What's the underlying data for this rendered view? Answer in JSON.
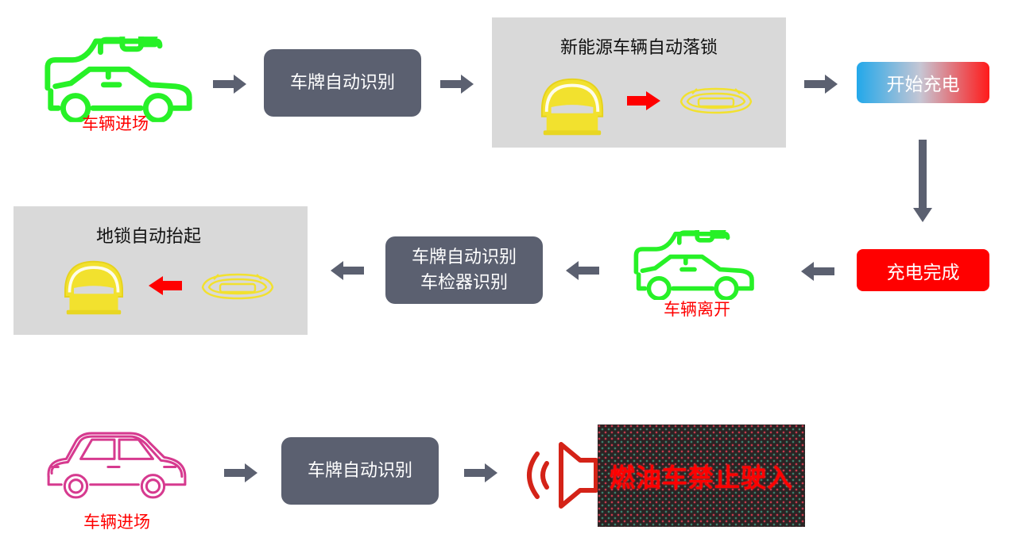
{
  "colors": {
    "box_dark": "#5b6070",
    "arrow": "#5b6070",
    "panel_gray": "#d9d9d9",
    "ev_green": "#27f127",
    "fuel_pink": "#d63a8f",
    "label_red": "#ff0000",
    "lock_yellow": "#f2e12e",
    "speaker_red": "#d42318"
  },
  "row1": {
    "vehicle_enter_label": "车辆进场",
    "plate_recognition_label": "车牌自动识别",
    "lock_down_panel_title": "新能源车辆自动落锁",
    "start_charging_label": "开始充电"
  },
  "row2": {
    "charging_done_label": "充电完成",
    "vehicle_leave_label": "车辆离开",
    "recognition_line1": "车牌自动识别",
    "recognition_line2": "车检器识别",
    "lock_up_panel_title": "地锁自动抬起"
  },
  "row3": {
    "vehicle_enter_label": "车辆进场",
    "plate_recognition_label": "车牌自动识别",
    "led_sign_text": "燃油车禁止驶入"
  },
  "icons": [
    "ev-car-icon",
    "right-arrow-icon",
    "down-arrow-icon",
    "left-arrow-icon",
    "parking-lock-raised-icon",
    "parking-lock-lowered-icon",
    "red-arrow-icon",
    "fuel-car-icon",
    "speaker-icon"
  ]
}
